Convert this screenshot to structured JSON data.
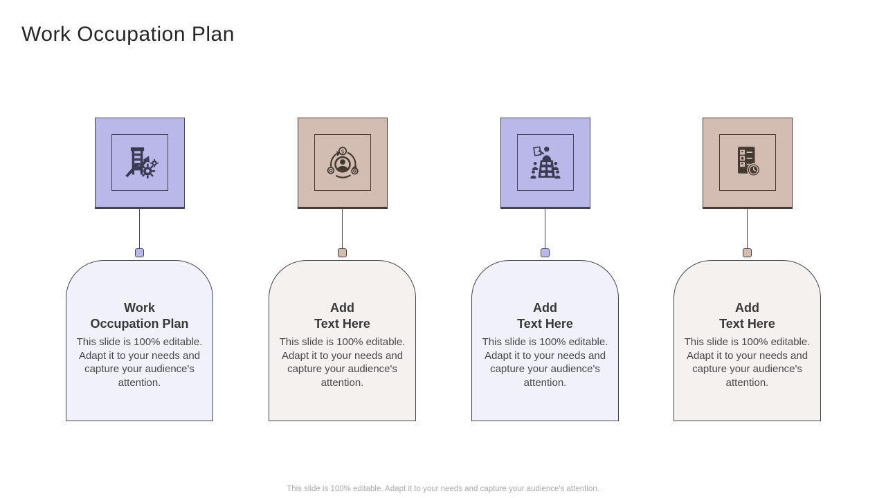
{
  "slide": {
    "title": "Work Occupation Plan",
    "footer": "This slide is 100% editable. Adapt it to your needs and capture your audience's attention."
  },
  "colors": {
    "purple_fill": "#b9b8e8",
    "purple_border": "#42425e",
    "purple_icon": "#3a3a52",
    "tan_fill": "#d3bcb2",
    "tan_border": "#4a3a33",
    "tan_icon": "#443931",
    "card_purple_fill": "#f0f1fb",
    "card_tan_fill": "#f5f1ee",
    "card_border": "#42424d",
    "title_color": "#262626",
    "heading_color": "#383838",
    "body_color": "#474747",
    "footer_color": "#ababab"
  },
  "columns": [
    {
      "theme": "purple",
      "icon": "career-growth-gears-icon",
      "heading_line1": "Work",
      "heading_line2": "Occupation Plan",
      "body": "This slide is 100% editable. Adapt it to your needs and capture your audience's attention."
    },
    {
      "theme": "tan",
      "icon": "person-money-cycle-icon",
      "heading_line1": "Add",
      "heading_line2": "Text Here",
      "body": "This slide is 100% editable. Adapt it to your needs and capture your audience's attention."
    },
    {
      "theme": "purple",
      "icon": "presenter-audience-icon",
      "heading_line1": "Add",
      "heading_line2": "Text Here",
      "body": "This slide is 100% editable. Adapt it to your needs and capture your audience's attention."
    },
    {
      "theme": "tan",
      "icon": "checklist-clock-icon",
      "heading_line1": "Add",
      "heading_line2": "Text Here",
      "body": "This slide is 100% editable. Adapt it to your needs and capture your audience's attention."
    }
  ]
}
